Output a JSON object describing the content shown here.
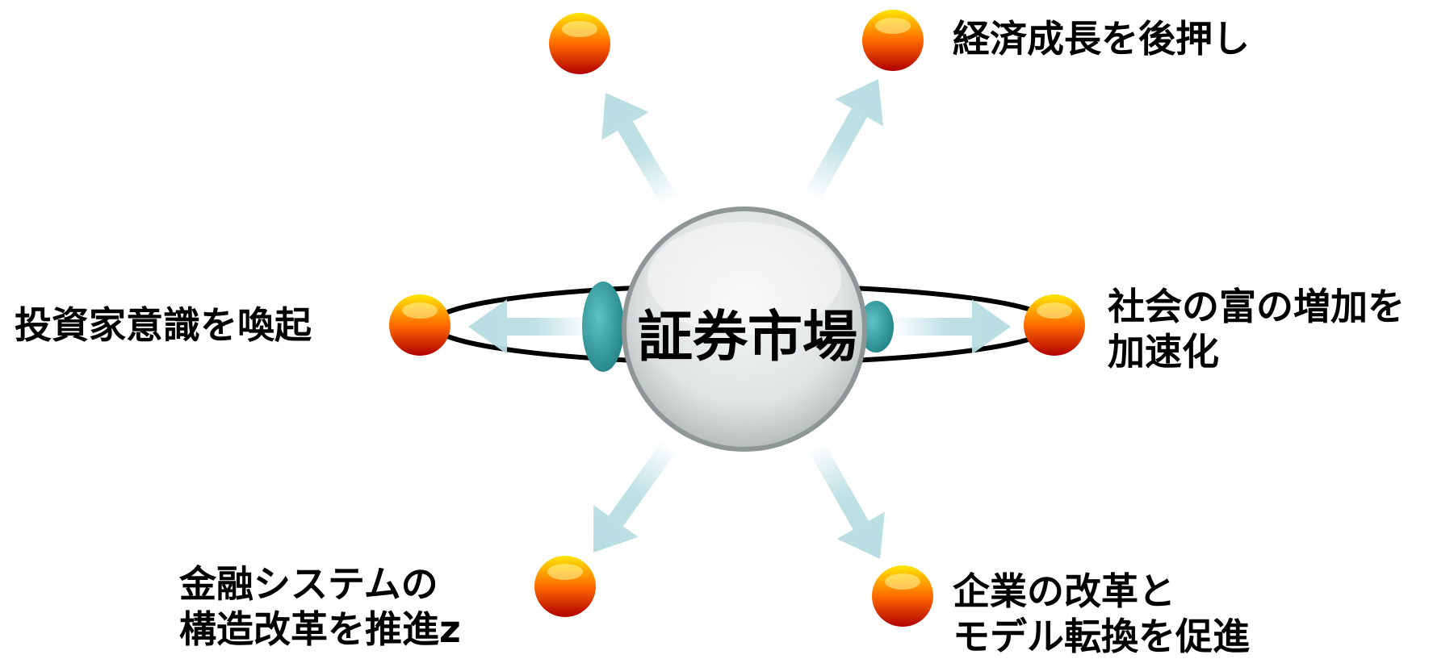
{
  "center": {
    "label": "証券市場"
  },
  "nodes": [
    {
      "id": "top-left",
      "lines": []
    },
    {
      "id": "top-right",
      "lines": [
        "経済成長を後押し"
      ]
    },
    {
      "id": "left",
      "lines": [
        "投資家意識を喚起"
      ]
    },
    {
      "id": "right",
      "lines": [
        "社会の富の増加を",
        "加速化"
      ]
    },
    {
      "id": "bottom-left",
      "lines": [
        "金融システムの",
        "構造改革を推進z"
      ]
    },
    {
      "id": "bottom-right",
      "lines": [
        "企業の改革と",
        "モデル転換を促進"
      ]
    }
  ],
  "colors": {
    "ball_top": "#ffe000",
    "ball_mid": "#ff5a00",
    "ball_bottom": "#b00000",
    "arrow": "#b8dde2",
    "teal": "#2a8f93",
    "ring": "#000000"
  }
}
